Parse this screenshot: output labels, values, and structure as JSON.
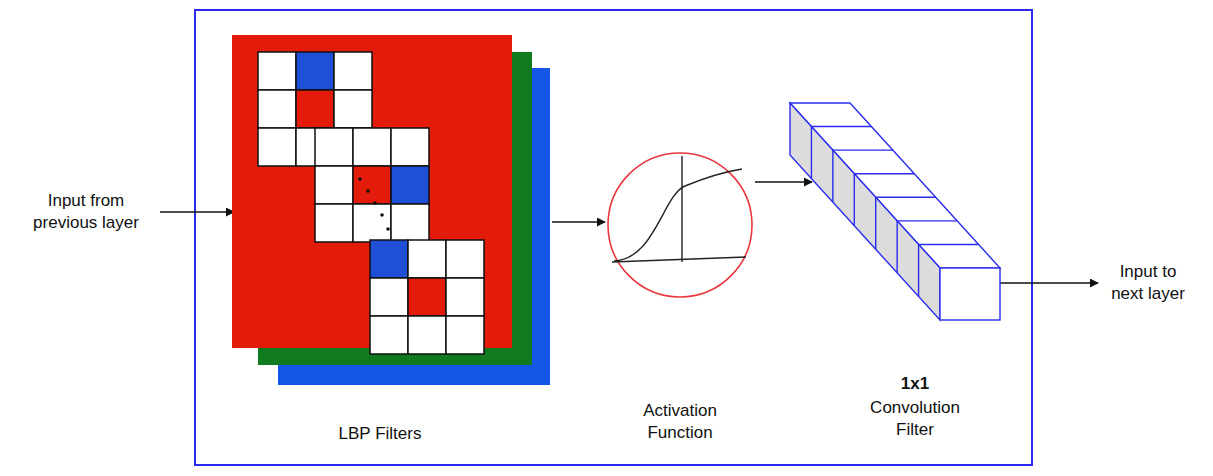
{
  "diagram": {
    "nodes": [
      {
        "text": [
          "LBP Filters"
        ]
      },
      {
        "text": [
          "Activation Function"
        ]
      },
      {
        "text": [
          "1x1",
          "Convolution Filter"
        ]
      }
    ],
    "edges": [
      {
        "from": 0,
        "to": 1,
        "arrow": "to"
      },
      {
        "from": 1,
        "to": 2,
        "arrow": "to"
      }
    ],
    "labels": [
      "Input from previous layer",
      "Input to next layer"
    ]
  }
}
